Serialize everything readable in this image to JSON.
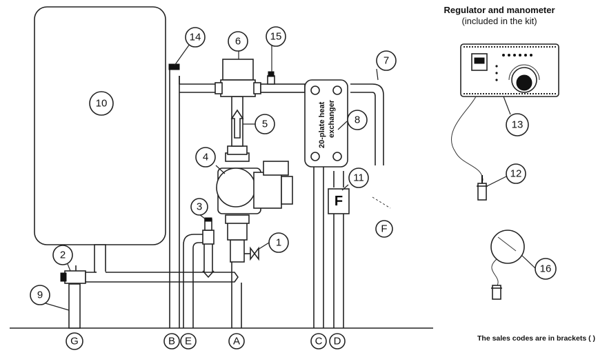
{
  "kit_title": "Regulator and manometer",
  "kit_subtitle": "(included in the kit)",
  "sales_note": "The sales codes are in brackets ( )",
  "heat_exchanger_label_line1": "20-plate heat",
  "heat_exchanger_label_line2": "exchanger",
  "flow_sign": "F",
  "callouts": [
    "1",
    "2",
    "3",
    "4",
    "5",
    "6",
    "7",
    "8",
    "9",
    "10",
    "11",
    "12",
    "13",
    "14",
    "15",
    "16"
  ],
  "letters": {
    "G": "G",
    "B": "B",
    "E": "E",
    "A": "A",
    "C": "C",
    "D": "D",
    "F": "F"
  }
}
